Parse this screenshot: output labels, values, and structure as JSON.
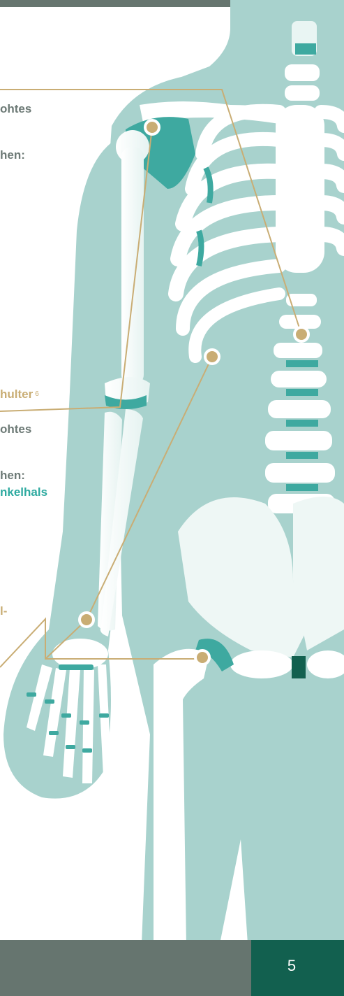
{
  "labels": {
    "risk1": "ohtes",
    "section1": "hen:",
    "shoulder": "hulter",
    "shoulder_ref": "6",
    "risk2": "ohtes",
    "section2": "hen:",
    "femur_neck": "nkelhals",
    "wrist": "l-"
  },
  "footer": {
    "page_number": "5"
  },
  "colors": {
    "body_silhouette": "#a8d2cd",
    "bone": "#ffffff",
    "joint_highlight": "#3ea9a0",
    "callout_line": "#c9ad74",
    "footer": "#66756f",
    "page_box": "#12604f"
  }
}
